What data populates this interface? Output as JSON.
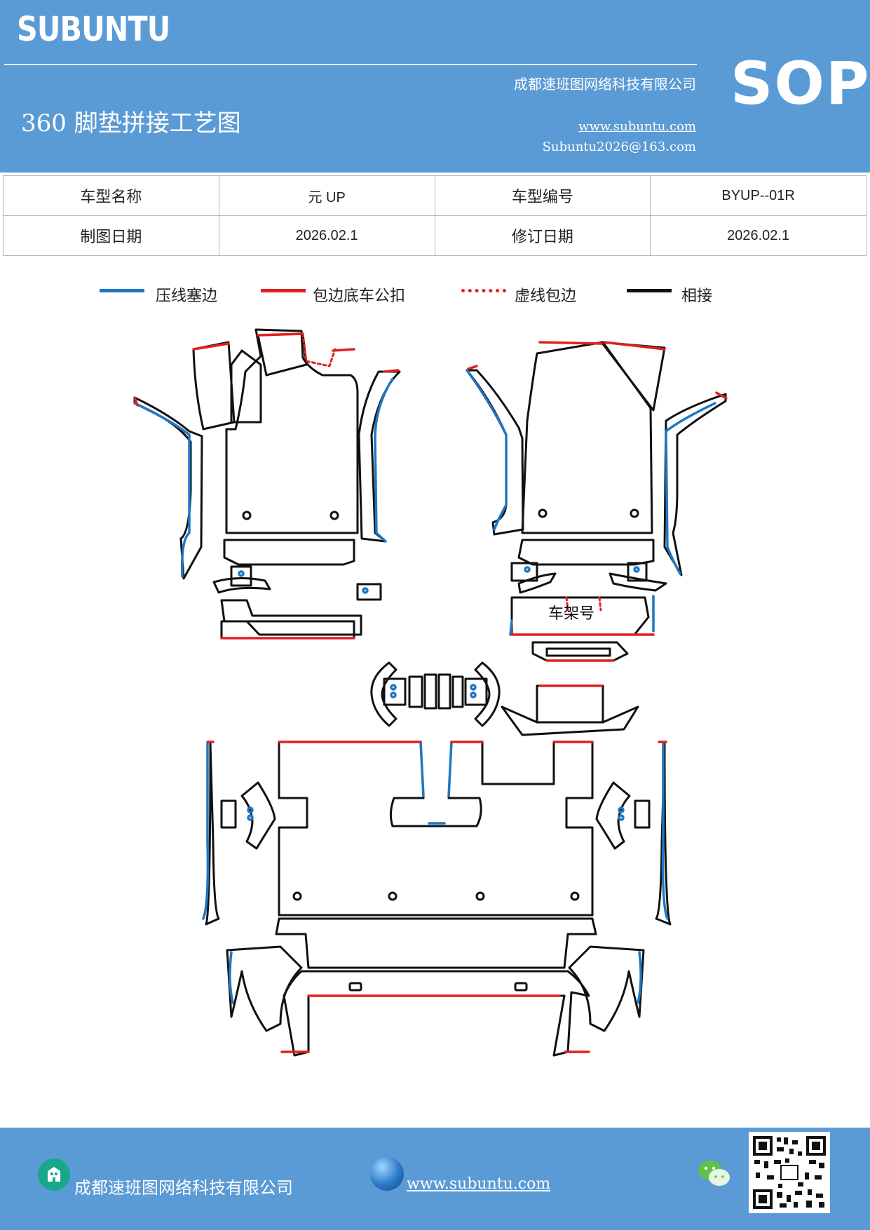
{
  "header": {
    "logo": "SUBUNTU",
    "company": "成都速班图网络科技有限公司",
    "title": "360 脚垫拼接工艺图",
    "website": "www.subuntu.com",
    "email": "Subuntu2026@163.com",
    "badge": "SOP"
  },
  "info_table": {
    "model_name_label": "车型名称",
    "model_name": "元 UP",
    "model_code_label": "车型编号",
    "model_code": "BYUP--01R",
    "draw_date_label": "制图日期",
    "draw_date": "2026.02.1",
    "revise_date_label": "修订日期",
    "revise_date": "2026.02.1"
  },
  "legend": [
    {
      "label": "压线塞边",
      "color": "#1f77c4",
      "style": "solid"
    },
    {
      "label": "包边底车公扣",
      "color": "#e02020",
      "style": "solid"
    },
    {
      "label": "虚线包边",
      "color": "#e02020",
      "style": "dotted"
    },
    {
      "label": "相接",
      "color": "#111111",
      "style": "solid"
    }
  ],
  "diagram": {
    "vin_label": "车架号"
  },
  "footer": {
    "company": "成都速班图网络科技有限公司",
    "website": "www.subuntu.com"
  },
  "icons": [
    "building-icon",
    "globe-icon",
    "wechat-icon",
    "qr-code"
  ]
}
